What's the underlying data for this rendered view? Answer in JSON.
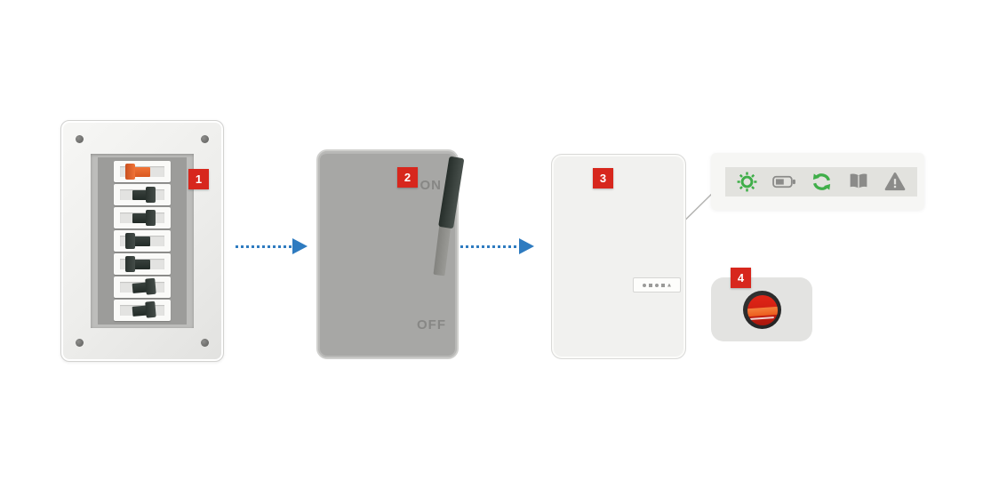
{
  "diagram": {
    "title": "power shutdown sequence",
    "step1": {
      "badge": "1",
      "name": "circuit-breaker-panel",
      "breakers": [
        {
          "color": "orange",
          "side": "left"
        },
        {
          "color": "dark",
          "side": "right"
        },
        {
          "color": "dark",
          "side": "right"
        },
        {
          "color": "dark",
          "side": "left"
        },
        {
          "color": "dark",
          "side": "left"
        },
        {
          "color": "dark",
          "side": "right"
        },
        {
          "color": "dark",
          "side": "right"
        }
      ]
    },
    "step2": {
      "badge": "2",
      "name": "ac-disconnect-switch",
      "on_label": "ON",
      "off_label": "OFF"
    },
    "step3": {
      "badge": "3",
      "name": "inverter-unit"
    },
    "step4": {
      "badge": "4",
      "name": "rotary-dc-switch"
    },
    "status_icons": [
      "sun",
      "battery",
      "sync",
      "manual",
      "warning"
    ],
    "colors": {
      "badge_red": "#d7271d",
      "arrow_blue": "#2e7bc0",
      "icon_green": "#3fae49",
      "icon_gray": "#8b8b89",
      "breaker_handle_orange": "#e8632c",
      "breaker_handle_dark": "#343d39",
      "knob_red": "#d92417",
      "knob_band_orange": "#f0662a",
      "switch_box_gray": "#a7a7a5"
    }
  }
}
